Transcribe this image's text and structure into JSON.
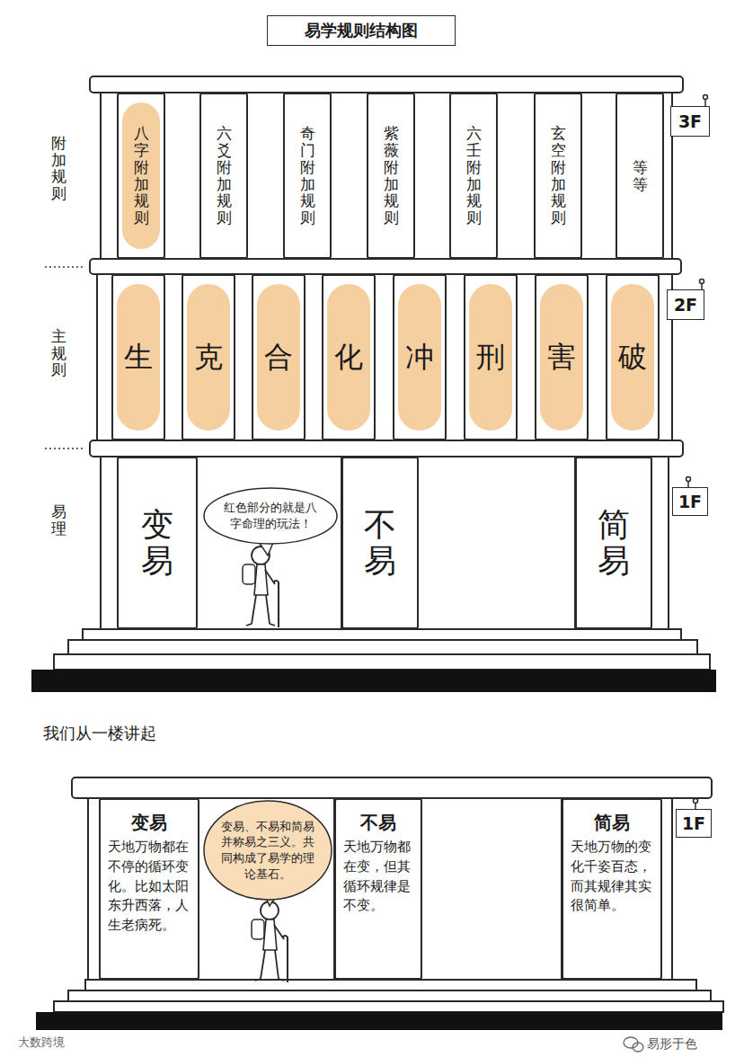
{
  "diagram": {
    "title": "易学规则结构图",
    "nodes": [
      {
        "text": [
          "八字附加规则"
        ]
      },
      {
        "text": [
          "六爻附加规则"
        ]
      },
      {
        "text": [
          "奇门附加规则"
        ]
      },
      {
        "text": [
          "紫薇附加规则"
        ]
      },
      {
        "text": [
          "六壬附加规则"
        ]
      },
      {
        "text": [
          "玄空附加规则"
        ]
      },
      {
        "text": [
          "等等"
        ]
      },
      {
        "text": [
          "3F"
        ]
      },
      {
        "text": [
          "生"
        ]
      },
      {
        "text": [
          "克"
        ]
      },
      {
        "text": [
          "合"
        ]
      },
      {
        "text": [
          "化"
        ]
      },
      {
        "text": [
          "冲"
        ]
      },
      {
        "text": [
          "刑"
        ]
      },
      {
        "text": [
          "害"
        ]
      },
      {
        "text": [
          "破"
        ]
      },
      {
        "text": [
          "2F"
        ]
      },
      {
        "text": [
          "变易"
        ]
      },
      {
        "text": [
          "红色部分的就是八字命理的玩法！"
        ]
      },
      {
        "text": [
          "不易"
        ]
      },
      {
        "text": [
          "简易"
        ]
      },
      {
        "text": [
          "1F"
        ]
      },
      {
        "text": [
          "变易",
          "天地万物都在不停的循环变化。比如太阳东升西落，人生老病死。"
        ]
      },
      {
        "text": [
          "变易、不易和简易并称易之三义。共同构成了易学的理论基石。"
        ]
      },
      {
        "text": [
          "不易",
          "天地万物都在变，但其循环规律是不变。"
        ]
      },
      {
        "text": [
          "简易",
          "天地万物的变化千姿百态，而其规律其实很简单。"
        ]
      },
      {
        "text": [
          "1F"
        ]
      }
    ],
    "labels": [
      "附加规则",
      "主规则",
      "易理",
      "我们从一楼讲起",
      "大数跨境",
      "易形于色"
    ]
  }
}
